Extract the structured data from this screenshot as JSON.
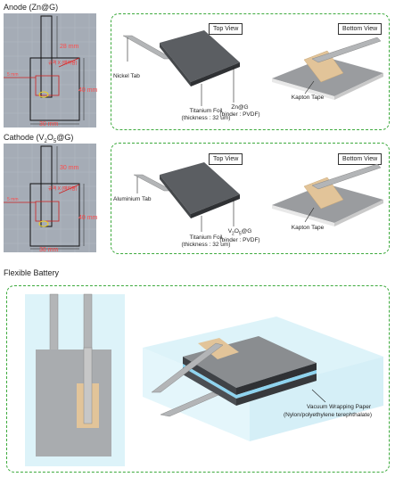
{
  "anode": {
    "title": "Anode (Zn@G)",
    "dims": {
      "top": "28 mm",
      "height": "40 mm",
      "width": "30 mm",
      "small": "5 mm"
    },
    "marker_text": "규격 X (예하참)",
    "top_view": "Top View",
    "bottom_view": "Bottom View",
    "tab_label": "Nickel Tab",
    "foil_label": "Titanium Foil",
    "foil_note": "(thickness : 32 um)",
    "active_label": "Zn@G",
    "binder_note": "(binder : PVDF)",
    "tape_label": "Kapton Tape"
  },
  "cathode": {
    "title_pre": "Cathode (V",
    "title_sub1": "2",
    "title_mid": "O",
    "title_sub2": "5",
    "title_post": "@G)",
    "dims": {
      "top": "30 mm",
      "height": "40 mm",
      "width": "30 mm",
      "small": "5 mm"
    },
    "marker_text": "규격 X (예하참)",
    "top_view": "Top View",
    "bottom_view": "Bottom View",
    "tab_label": "Aluminium Tab",
    "foil_label": "Titanium Foil",
    "foil_note": "(thickness : 32 um)",
    "active_pre": "V",
    "active_sub1": "2",
    "active_mid": "O",
    "active_sub2": "5",
    "active_post": "@G",
    "binder_note": "(binder : PVDF)",
    "tape_label": "Kapton Tape"
  },
  "battery": {
    "title": "Flexible Battery",
    "wrap_label": "Vacuum Wrapping Paper",
    "wrap_note": "(Nylon/polyethylene terephthalate)"
  },
  "colors": {
    "panel_border": "#3daa3d",
    "cad_bg": "#a5acb6",
    "dark_foil": "#5a5d61",
    "light_foil": "#8a8d90",
    "kapton": "#e2c499",
    "tab": "#b3b5b7",
    "vacuum": "#cfeef7",
    "separator": "#8fd4ef"
  }
}
